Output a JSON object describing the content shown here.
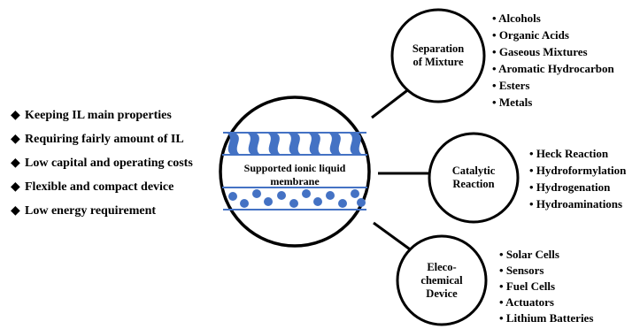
{
  "advantages": [
    "Keeping IL main properties",
    "Requiring fairly amount of IL",
    "Low capital and operating costs",
    "Flexible and compact device",
    "Low energy requirement"
  ],
  "advantage_marker": "◆",
  "center": {
    "label_line1": "Supported ionic liquid",
    "label_line2": "membrane"
  },
  "separation": {
    "title_line1": "Separation",
    "title_line2": "of Mixture",
    "items": [
      "Alcohols",
      "Organic Acids",
      "Gaseous Mixtures",
      "Aromatic Hydrocarbon",
      "Esters",
      "Metals"
    ]
  },
  "catalytic": {
    "title_line1": "Catalytic",
    "title_line2": "Reaction",
    "items": [
      "Heck Reaction",
      "Hydroformylation",
      "Hydrogenation",
      "Hydroaminations"
    ]
  },
  "electro": {
    "title_line1": "Eleco-",
    "title_line2": "chemical",
    "title_line3": "Device",
    "items": [
      "Solar Cells",
      "Sensors",
      "Fuel Cells",
      "Actuators",
      "Lithium Batteries"
    ]
  },
  "bullet": "•",
  "colors": {
    "membrane_blue": "#4472c4",
    "line": "#000000"
  }
}
